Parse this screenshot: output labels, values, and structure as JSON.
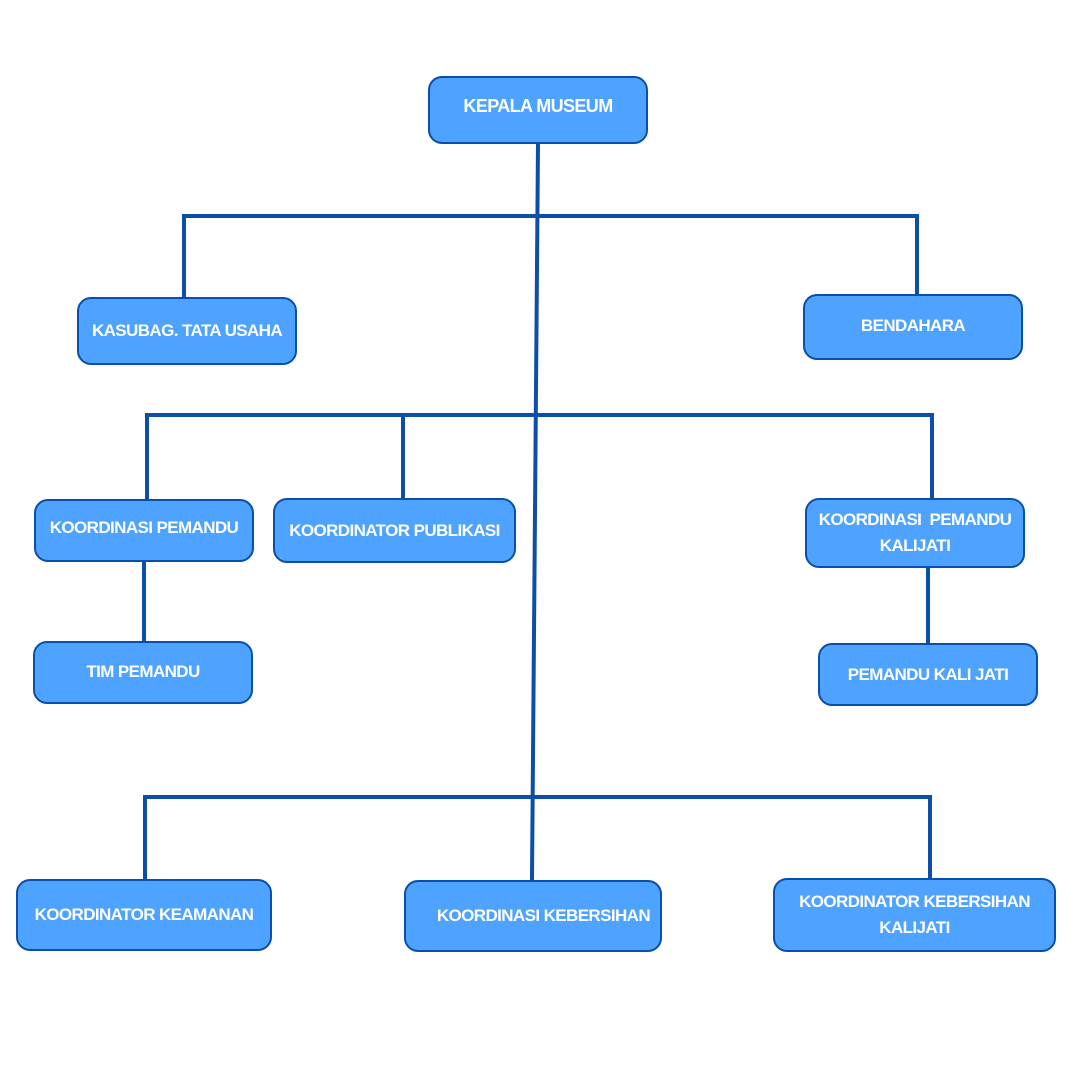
{
  "org_chart": {
    "line_color": "#0b4fa8",
    "box_fill": "#4da3ff",
    "box_border": "#0b4fa8",
    "text_color": "#ffffff",
    "nodes": {
      "kepala_museum": "KEPALA MUSEUM",
      "kasubag_tata_usaha": "KASUBAG. TATA USAHA",
      "bendahara": "BENDAHARA",
      "koordinasi_pemandu": "KOORDINASI PEMANDU",
      "koordinator_publikasi": "KOORDINATOR PUBLIKASI",
      "koordinasi_pemandu_kalijati": "KOORDINASI  PEMANDU KALIJATI",
      "tim_pemandu": "TIM PEMANDU",
      "pemandu_kali_jati": "PEMANDU KALI JATI",
      "koordinator_keamanan": "KOORDINATOR KEAMANAN",
      "koordinasi_kebersihan": "KOORDINASI KEBERSIHAN",
      "koordinator_kebersihan_kalijati": "KOORDINATOR KEBERSIHAN KALIJATI"
    }
  }
}
